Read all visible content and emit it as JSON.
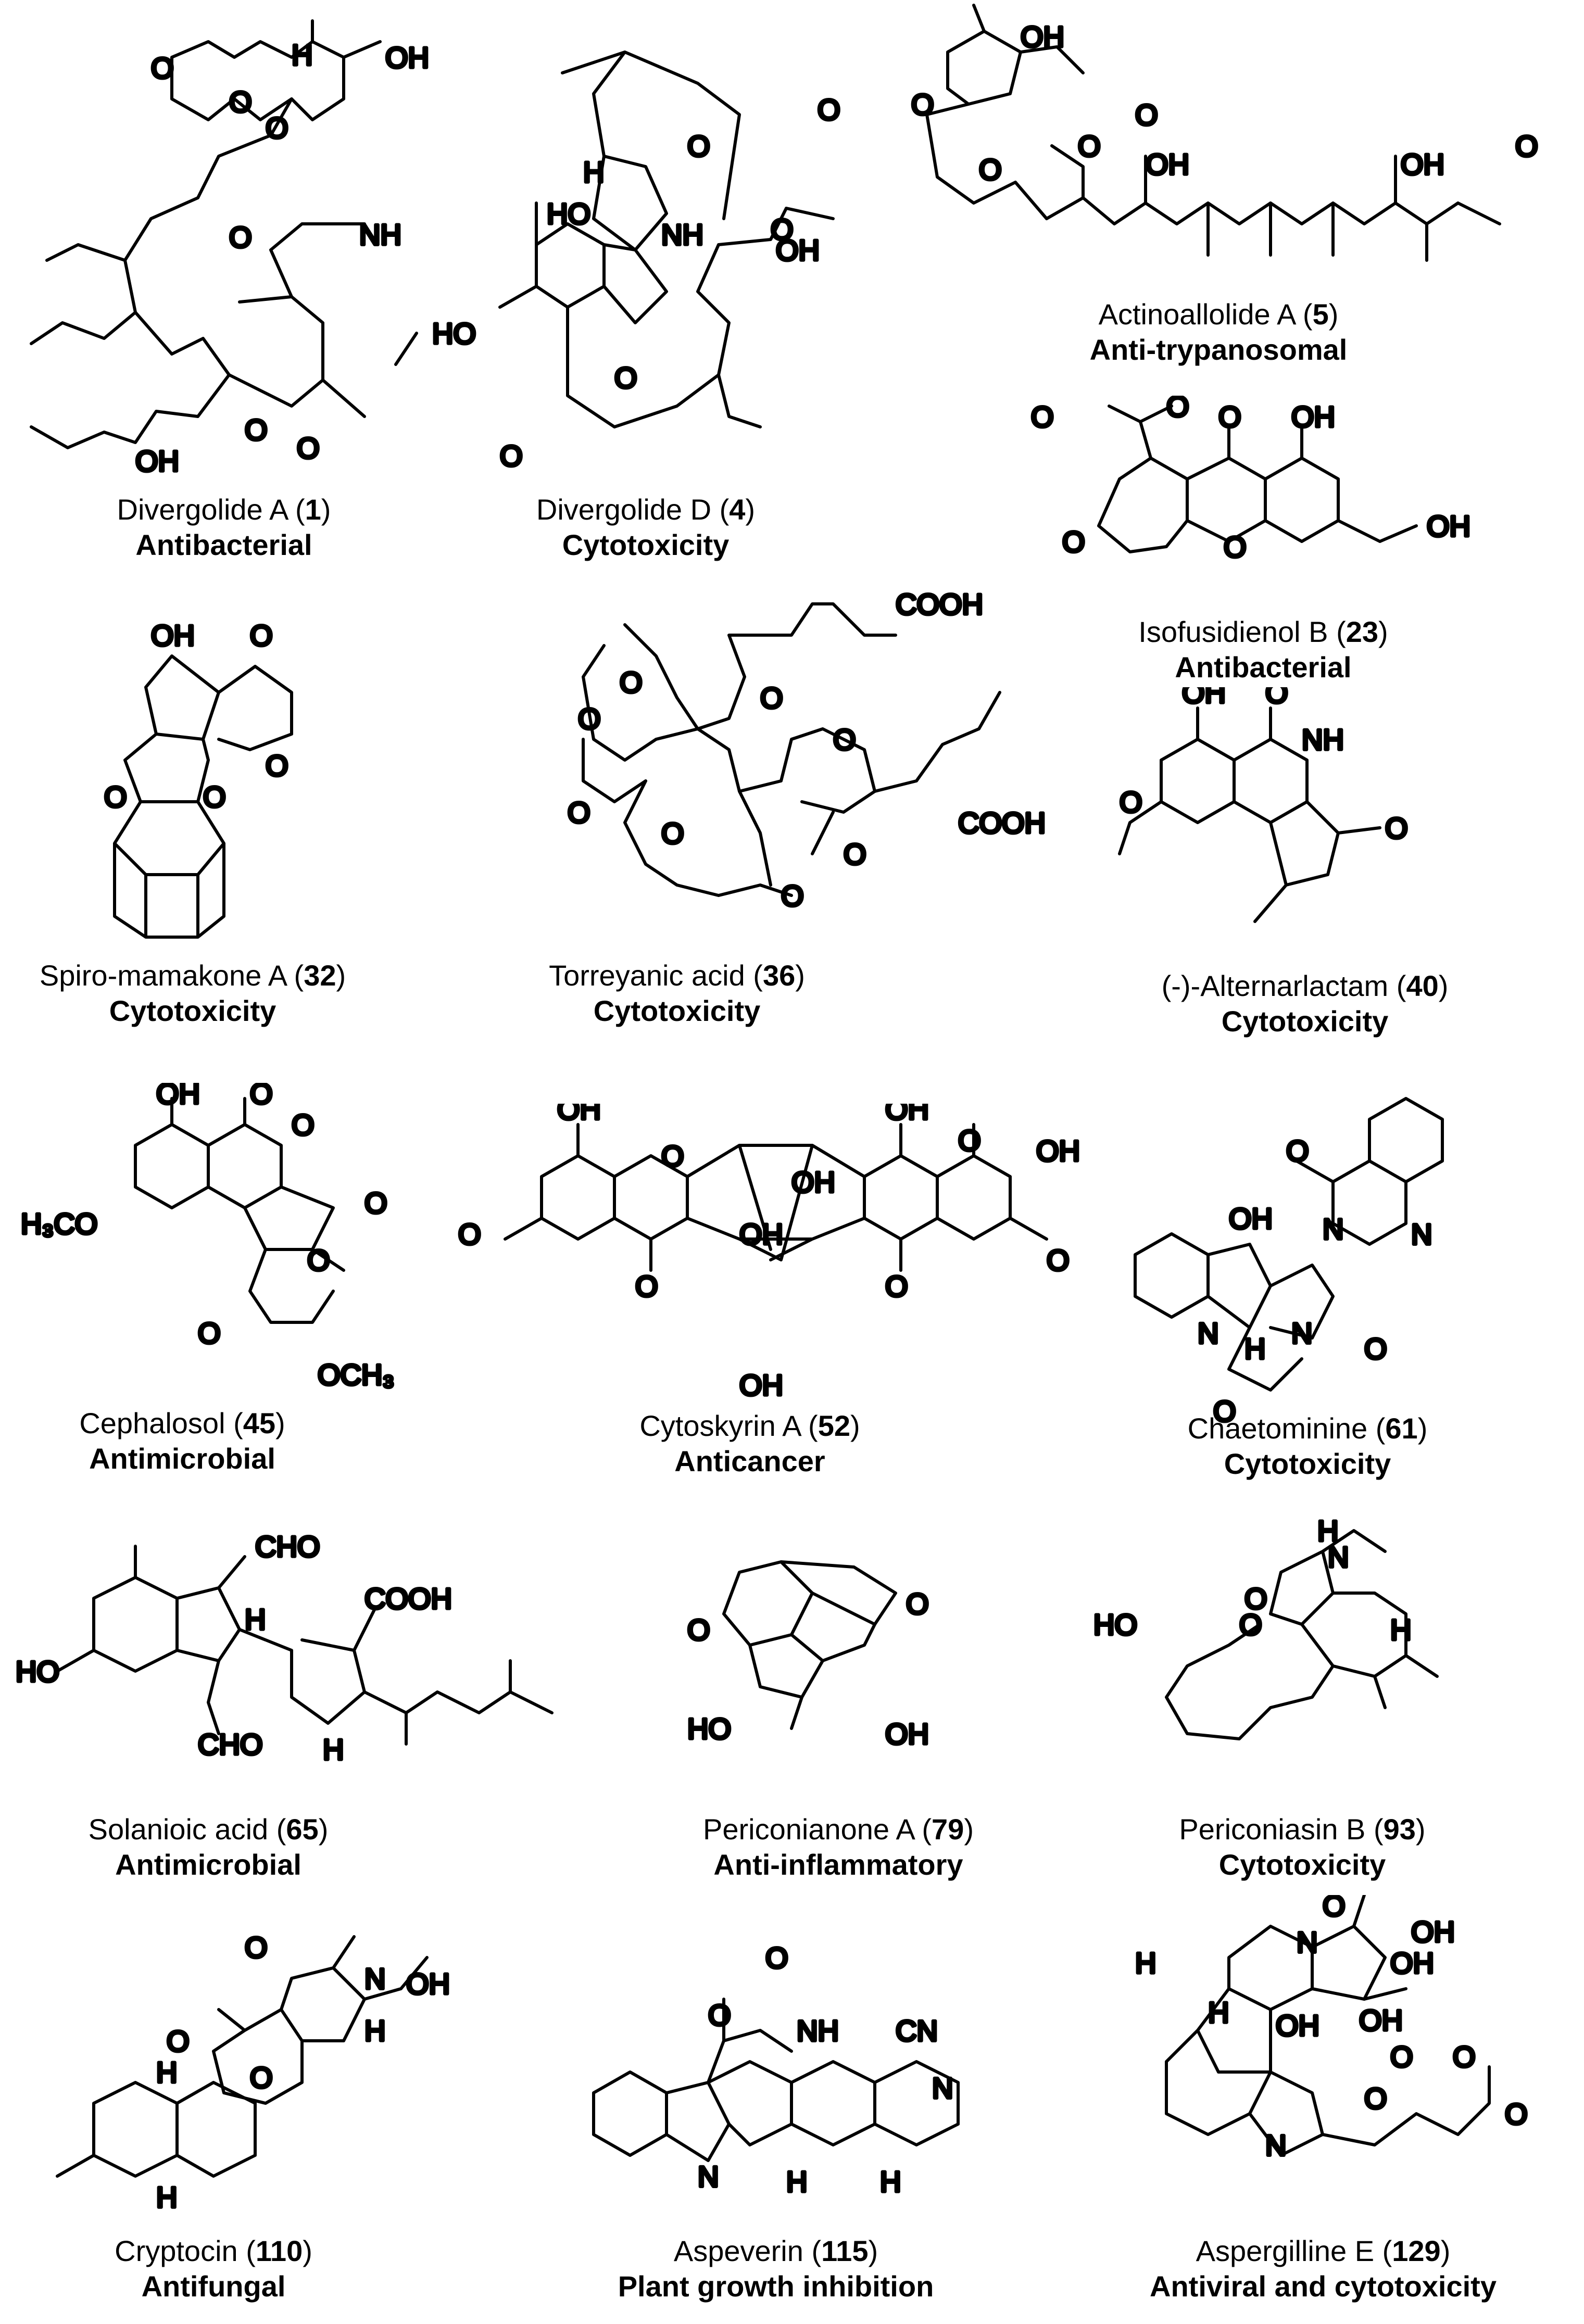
{
  "compounds": [
    {
      "name": "Divergolide A",
      "number": "1",
      "activity": "Antibacterial",
      "atoms": {
        "o1": "O",
        "o2": "O",
        "o3": "O",
        "h1": "H",
        "oh1": "OH",
        "nh": "NH",
        "o4": "O",
        "o5": "O",
        "o6": "O",
        "oh2": "OH"
      }
    },
    {
      "name": "Divergolide D",
      "number": "4",
      "activity": "Cytotoxicity",
      "atoms": {
        "o1": "O",
        "h1": "H",
        "o2": "O",
        "ho1": "HO",
        "nh": "NH",
        "o3": "O",
        "ho2": "HO",
        "o4": "O",
        "oh1": "OH",
        "o5": "O"
      }
    },
    {
      "name": "Actinoallolide A",
      "number": "5",
      "activity": "Anti-trypanosomal",
      "atoms": {
        "o1": "O",
        "oh1": "OH",
        "o2": "O",
        "o3": "O",
        "o4": "O",
        "oh2": "OH",
        "oh3": "OH",
        "o5": "O"
      }
    },
    {
      "name": "Isofusidienol B",
      "number": "23",
      "activity": "Antibacterial",
      "atoms": {
        "o1": "O",
        "o2": "O",
        "o3": "O",
        "oh1": "OH",
        "o4": "O",
        "o5": "O",
        "oh2": "OH"
      }
    },
    {
      "name": "Spiro-mamakone A",
      "number": "32",
      "activity": "Cytotoxicity",
      "atoms": {
        "oh1": "OH",
        "o1": "O",
        "o2": "O",
        "o3": "O",
        "o4": "O"
      }
    },
    {
      "name": "Torreyanic acid",
      "number": "36",
      "activity": "Cytotoxicity",
      "atoms": {
        "cooh1": "COOH",
        "o1": "O",
        "o2": "O",
        "o3": "O",
        "o4": "O",
        "o5": "O",
        "o6": "O",
        "o7": "O",
        "cooh2": "COOH",
        "o8": "O"
      }
    },
    {
      "name": "(-)-Alternarlactam",
      "number": "40",
      "activity": "Cytotoxicity",
      "atoms": {
        "oh1": "OH",
        "o1": "O",
        "nh": "NH",
        "o2": "O",
        "o3": "O"
      }
    },
    {
      "name": "Cephalosol",
      "number": "45",
      "activity": "Antimicrobial",
      "atoms": {
        "oh1": "OH",
        "o1": "O",
        "o2": "O",
        "h3co": "H₃CO",
        "o3": "O",
        "o4": "O",
        "o5": "O",
        "och3": "OCH₃"
      }
    },
    {
      "name": "Cytoskyrin A",
      "number": "52",
      "activity": "Anticancer",
      "atoms": {
        "oh1": "OH",
        "oh2": "OH",
        "o1": "O",
        "oh3": "OH",
        "o2": "O",
        "oh4": "OH",
        "oh5": "OH",
        "o3": "O",
        "o4": "O",
        "o5": "O",
        "oh6": "OH",
        "o6": "O"
      }
    },
    {
      "name": "Chaetominine",
      "number": "61",
      "activity": "Cytotoxicity",
      "atoms": {
        "o1": "O",
        "oh1": "OH",
        "n1": "N",
        "n2": "N",
        "n3": "N",
        "h1": "H",
        "n4": "N",
        "o2": "O",
        "o3": "O"
      }
    },
    {
      "name": "Solanioic acid",
      "number": "65",
      "activity": "Antimicrobial",
      "atoms": {
        "cho1": "CHO",
        "h1": "H",
        "cooh": "COOH",
        "ho1": "HO",
        "cho2": "CHO",
        "h2": "H"
      }
    },
    {
      "name": "Periconianone A",
      "number": "79",
      "activity": "Anti-inflammatory",
      "atoms": {
        "o1": "O",
        "o2": "O",
        "ho1": "HO",
        "oh1": "OH"
      }
    },
    {
      "name": "Periconiasin B",
      "number": "93",
      "activity": "Cytotoxicity",
      "atoms": {
        "h1": "H",
        "n1": "N",
        "o1": "O",
        "ho1": "HO",
        "o2": "O",
        "h2": "H"
      }
    },
    {
      "name": "Cryptocin",
      "number": "110",
      "activity": "Antifungal",
      "atoms": {
        "o1": "O",
        "n1": "N",
        "oh1": "OH",
        "o2": "O",
        "h1": "H",
        "h2": "H",
        "o3": "O",
        "h3": "H"
      }
    },
    {
      "name": "Aspeverin",
      "number": "115",
      "activity": "Plant growth inhibition",
      "atoms": {
        "o1": "O",
        "o2": "O",
        "nh": "NH",
        "cn": "CN",
        "n1": "N",
        "n2": "N",
        "h1": "H",
        "h2": "H"
      }
    },
    {
      "name": "Aspergilline E",
      "number": "129",
      "activity": "Antiviral and cytotoxicity",
      "atoms": {
        "o1": "O",
        "oh1": "OH",
        "h1": "H",
        "n1": "N",
        "oh2": "OH",
        "h2": "H",
        "oh3": "OH",
        "oh4": "OH",
        "o2": "O",
        "o3": "O",
        "n2": "N",
        "o4": "O",
        "o5": "O"
      }
    }
  ]
}
